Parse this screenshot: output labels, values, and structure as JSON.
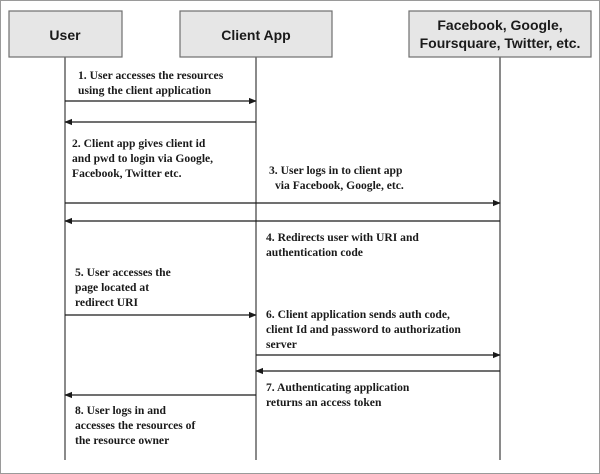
{
  "participants": {
    "user": {
      "label_lines": [
        "User"
      ]
    },
    "client_app": {
      "label_lines": [
        "Client App"
      ]
    },
    "provider": {
      "label_lines": [
        "Facebook, Google,",
        "Foursquare, Twitter, etc."
      ]
    }
  },
  "colors": {
    "header_fill": "#e6e6e6",
    "header_border": "#6f6f6f",
    "line": "#1a1a1a",
    "frame": "#9a9a9a"
  },
  "steps": {
    "s1": [
      "1. User accesses the resources",
      "using the client application"
    ],
    "s2": [
      "2. Client app gives client id",
      "and pwd to login via Google,",
      "Facebook, Twitter etc."
    ],
    "s3": [
      "3. User logs in to client app",
      "via Facebook, Google, etc."
    ],
    "s4": [
      "4. Redirects user with URI and",
      "authentication code"
    ],
    "s5": [
      "5. User accesses the",
      "page located at",
      "redirect URI"
    ],
    "s6": [
      "6. Client application sends auth  code,",
      "client Id and password to authorization",
      "server"
    ],
    "s7": [
      "7. Authenticating application",
      "returns an access token"
    ],
    "s8": [
      "8. User  logs in and",
      "accesses the resources of",
      "the resource owner"
    ]
  }
}
